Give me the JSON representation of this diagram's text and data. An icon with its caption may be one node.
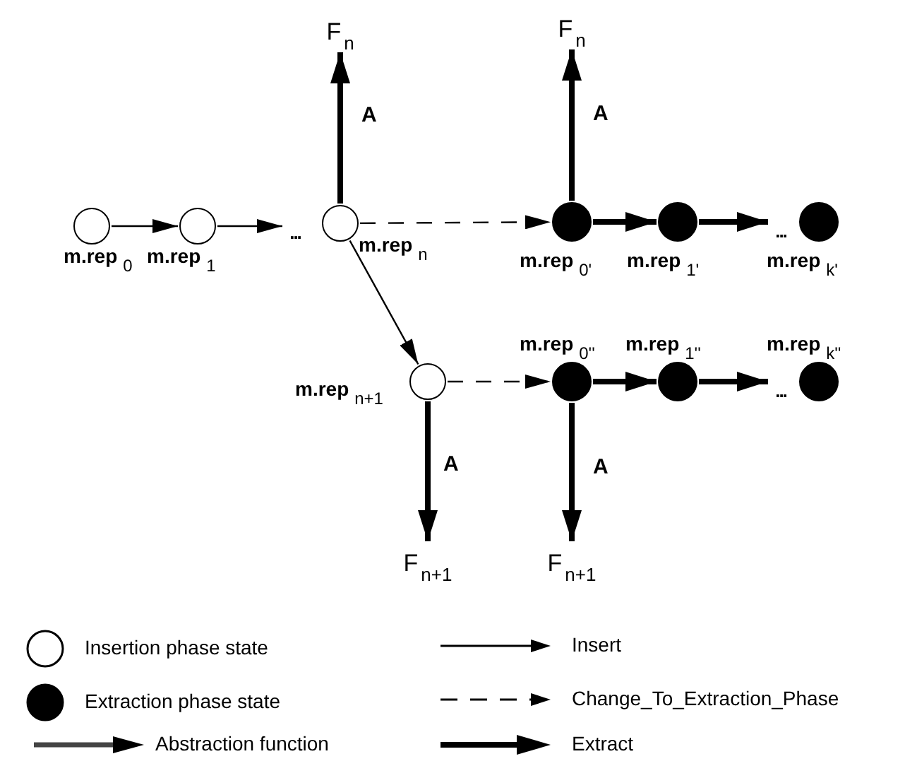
{
  "diagram": {
    "nodes": [
      {
        "text": [],
        "shape": "circle",
        "beside": [
          "m.rep$_{0}$"
        ]
      },
      {
        "text": [],
        "shape": "circle",
        "beside": [
          "m.rep$_{1}$"
        ]
      },
      {
        "text": [
          "..."
        ]
      },
      {
        "text": [],
        "shape": "circle",
        "beside": [
          "m.rep$_{n}$"
        ]
      },
      {
        "text": [
          "F$_{n}$"
        ]
      },
      {
        "text": [],
        "shape": "circle",
        "beside": [
          "m.rep$_{0'}$"
        ]
      },
      {
        "text": [],
        "shape": "circle",
        "beside": [
          "m.rep$_{1'}$"
        ]
      },
      {
        "text": [
          "..."
        ]
      },
      {
        "text": [],
        "shape": "circle",
        "beside": [
          "m.rep$_{k'}$"
        ]
      },
      {
        "text": [
          "F$_{n}$"
        ]
      },
      {
        "text": [],
        "shape": "circle",
        "beside": [
          "m.rep$_{n+1}$"
        ]
      },
      {
        "text": [],
        "shape": "circle",
        "beside": [
          "m.rep$_{0''}$"
        ]
      },
      {
        "text": [],
        "shape": "circle",
        "beside": [
          "m.rep$_{1''}$"
        ]
      },
      {
        "text": [
          "..."
        ]
      },
      {
        "text": [],
        "shape": "circle",
        "beside": [
          "m.rep$_{k''}$"
        ]
      },
      {
        "text": [
          "F$_{n+1}$"
        ]
      },
      {
        "text": [
          "F$_{n+1}$"
        ]
      }
    ],
    "edges": [
      {
        "from": 0,
        "to": 1,
        "arrow": "to"
      },
      {
        "from": 1,
        "to": 2,
        "arrow": "to"
      },
      {
        "from": 3,
        "to": 4,
        "arrow": "to",
        "label": "A"
      },
      {
        "from": 3,
        "to": 5,
        "arrow": "to",
        "style": "dashed"
      },
      {
        "from": 5,
        "to": 6,
        "arrow": "to"
      },
      {
        "from": 6,
        "to": 7,
        "arrow": "to"
      },
      {
        "from": 5,
        "to": 9,
        "arrow": "to",
        "label": "A"
      },
      {
        "from": 3,
        "to": 10,
        "arrow": "to"
      },
      {
        "from": 10,
        "to": 11,
        "arrow": "to",
        "style": "dashed"
      },
      {
        "from": 11,
        "to": 12,
        "arrow": "to"
      },
      {
        "from": 12,
        "to": 13,
        "arrow": "to"
      },
      {
        "from": 10,
        "to": 15,
        "arrow": "to",
        "label": "A"
      },
      {
        "from": 11,
        "to": 16,
        "arrow": "to",
        "label": "A"
      }
    ],
    "legend": [
      {
        "text": "Insertion phase state"
      },
      {
        "text": "Insert"
      },
      {
        "text": "Extraction phase state"
      },
      {
        "text": "Change_To_Extraction_Phase"
      },
      {
        "text": "Abstraction function"
      },
      {
        "text": "Extract"
      }
    ]
  }
}
